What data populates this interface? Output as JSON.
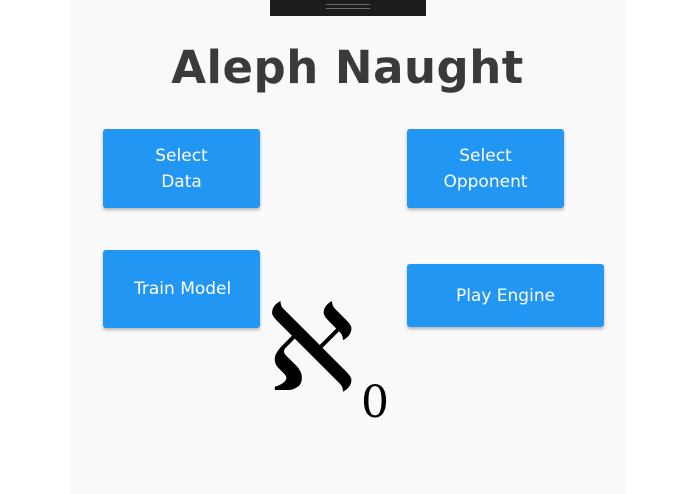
{
  "window": {
    "title_bar": "drag-handle"
  },
  "header": {
    "title": "Aleph Naught"
  },
  "buttons": {
    "select_data": "Select\nData",
    "select_opponent": "Select\nOpponent",
    "train_model": "Train Model",
    "play_engine": "Play Engine"
  },
  "logo": {
    "symbol": "ℵ",
    "subscript": "0"
  },
  "colors": {
    "accent": "#2196f3",
    "title_text": "#3a3a3a",
    "panel_bg": "#f9f9f9"
  }
}
